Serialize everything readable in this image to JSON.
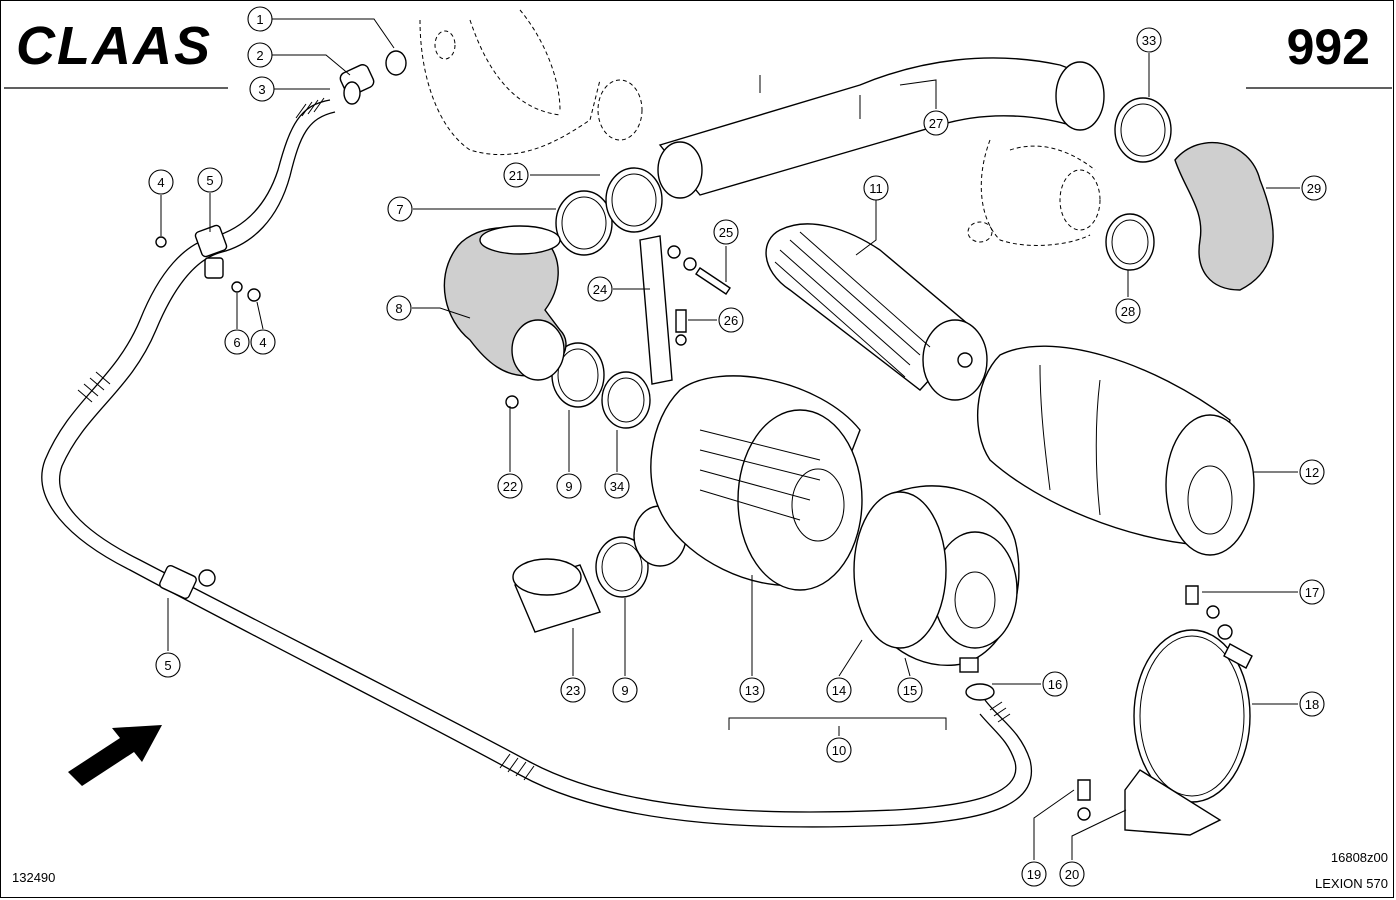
{
  "header": {
    "brand_logo_text": "CLAAS",
    "page_number": "992"
  },
  "footer": {
    "image_number": "132490",
    "drawing_code": "16808z00",
    "model": "LEXION 570"
  },
  "callouts": [
    "1",
    "2",
    "3",
    "4",
    "5",
    "6",
    "4",
    "7",
    "8",
    "9",
    "9",
    "10",
    "11",
    "12",
    "13",
    "14",
    "15",
    "16",
    "17",
    "18",
    "19",
    "20",
    "21",
    "22",
    "23",
    "24",
    "25",
    "26",
    "27",
    "28",
    "29",
    "5",
    "33",
    "34"
  ],
  "icons": {
    "direction_arrow": "direction-arrow-icon"
  }
}
